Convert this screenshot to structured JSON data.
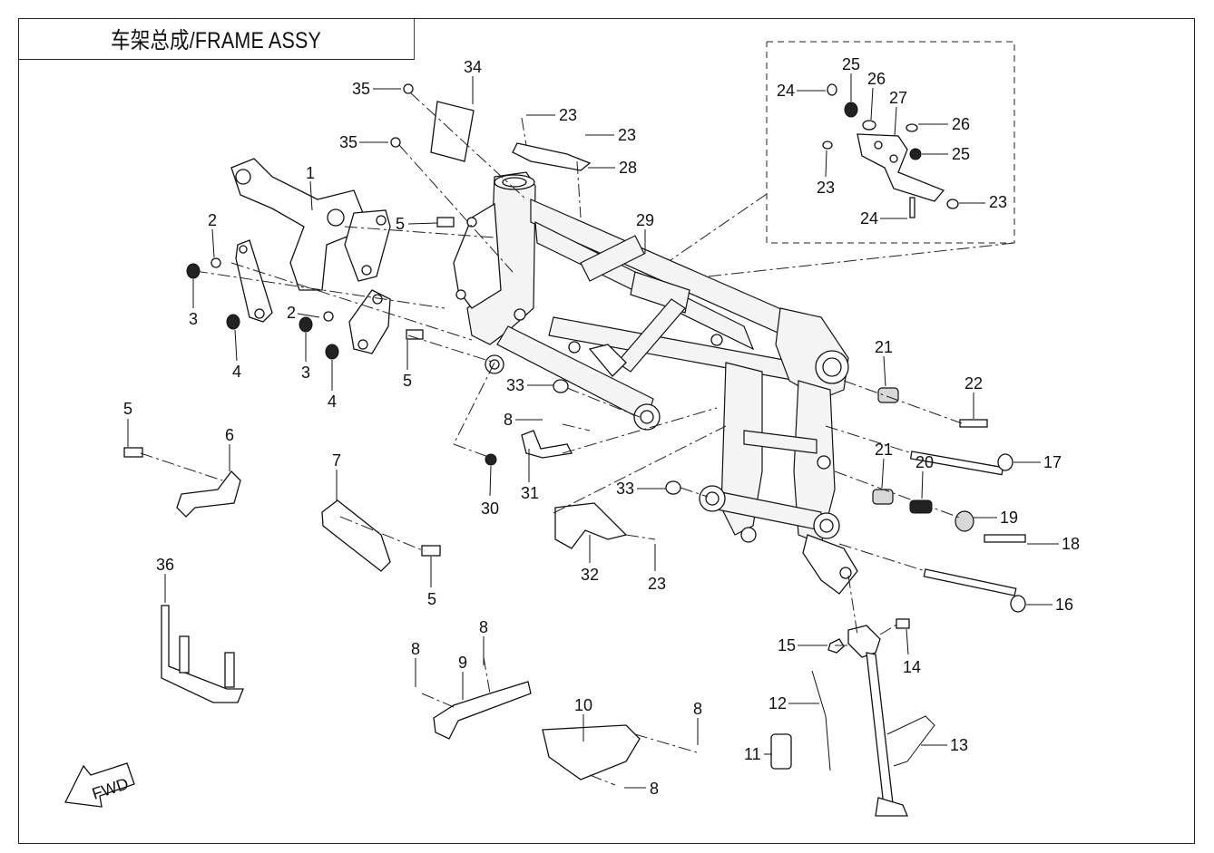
{
  "title": "车架总成/FRAME ASSY",
  "fwd_label": "FWD",
  "part_numbers": [
    "1",
    "2",
    "2",
    "3",
    "3",
    "4",
    "4",
    "5",
    "5",
    "5",
    "5",
    "6",
    "7",
    "8",
    "8",
    "8",
    "8",
    "8",
    "9",
    "10",
    "11",
    "12",
    "13",
    "14",
    "15",
    "16",
    "17",
    "18",
    "19",
    "20",
    "21",
    "21",
    "22",
    "23",
    "23",
    "23",
    "23",
    "23",
    "24",
    "24",
    "25",
    "25",
    "26",
    "26",
    "27",
    "28",
    "29",
    "30",
    "31",
    "32",
    "33",
    "33",
    "34",
    "35",
    "35",
    "36"
  ]
}
